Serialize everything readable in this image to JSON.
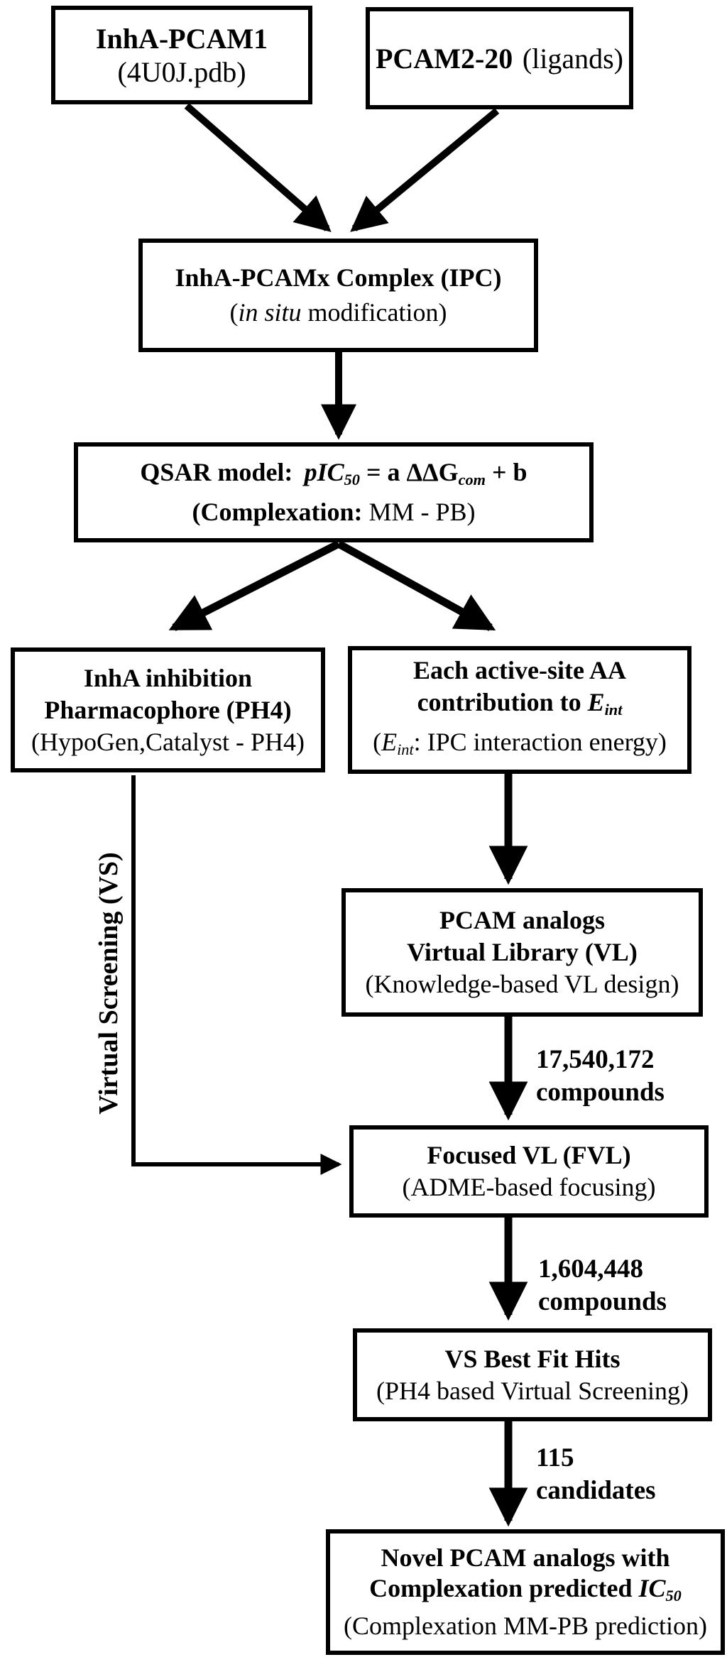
{
  "nodes": {
    "inha_pcam1": {
      "title": "InhA-PCAM1",
      "subtitle": "(4U0J.pdb)"
    },
    "pcam_ligands": {
      "title": "PCAM2-20",
      "note": "(ligands)"
    },
    "ipc": {
      "title": "InhA-PCAMx Complex (IPC)",
      "sub_open": "(",
      "sub_italic": "in situ",
      "sub_rest": " modification)"
    },
    "qsar": {
      "f_label": "QSAR model:",
      "f_pic": "pIC",
      "f_pic_sub": "50",
      "f_mid": " = a ΔΔG",
      "f_g_sub": "com",
      "f_end": " + b",
      "sub_bold": "(Complexation:",
      "sub_rest": " MM - PB)"
    },
    "ph4": {
      "l1": "InhA inhibition",
      "l2": "Pharmacophore (PH4)",
      "l3": "(HypoGen,Catalyst - PH4)"
    },
    "aa_contrib": {
      "l1": "Each active-site AA",
      "l2_pre": "contribution to ",
      "l2_e": "E",
      "l2_sub": "int",
      "l3_open": "(",
      "l3_e": "E",
      "l3_sub": "int",
      "l3_rest": ": IPC interaction energy)"
    },
    "vl": {
      "l1": "PCAM analogs",
      "l2": "Virtual Library (VL)",
      "l3": "(Knowledge-based VL design)"
    },
    "fvl": {
      "l1": "Focused VL (FVL)",
      "l2": "(ADME-based focusing)"
    },
    "hits": {
      "l1": "VS Best Fit Hits",
      "l2": "(PH4 based Virtual Screening)"
    },
    "novel": {
      "l1": "Novel PCAM analogs with",
      "l2_pre": "Complexation predicted ",
      "l2_ic": "IC",
      "l2_sub": "50",
      "l3": "(Complexation MM-PB prediction)"
    }
  },
  "labels": {
    "virtual_screening": "Virtual Screening (VS)",
    "vl_count": {
      "value": "17,540,172",
      "unit": "compounds"
    },
    "fvl_count": {
      "value": "1,604,448",
      "unit": "compounds"
    },
    "hits_count": {
      "value": "115",
      "unit": "candidates"
    }
  },
  "colors": {
    "ink": "#000000",
    "background": "#ffffff"
  }
}
